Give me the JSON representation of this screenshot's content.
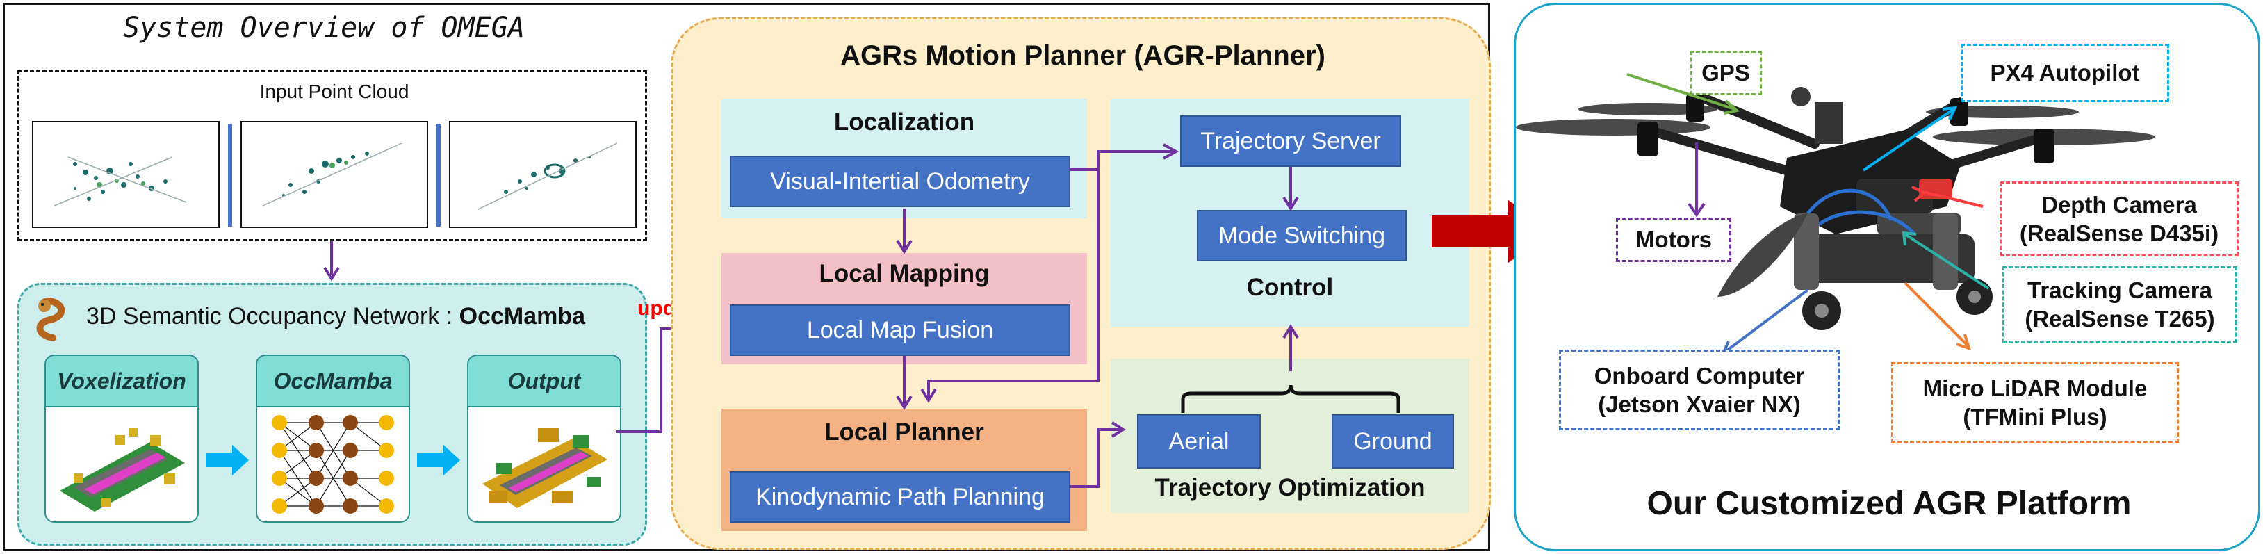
{
  "overview": {
    "title": "System Overview of OMEGA",
    "point_cloud_label": "Input Point Cloud",
    "occ_network_prefix": "3D Semantic Occupancy Network : ",
    "occ_network_name": "OccMamba",
    "stages": [
      "Voxelization",
      "OccMamba",
      "Output"
    ],
    "update_label": "update"
  },
  "planner": {
    "title": "AGRs Motion Planner  (AGR-Planner)",
    "localization": {
      "title": "Localization",
      "module": "Visual-Intertial Odometry"
    },
    "local_mapping": {
      "title": "Local Mapping",
      "module": "Local Map Fusion"
    },
    "local_planner": {
      "title": "Local Planner",
      "module": "Kinodynamic Path Planning"
    },
    "control": {
      "title": "Control",
      "modules": [
        "Trajectory Server",
        "Mode Switching"
      ]
    },
    "trajectory_optimization": {
      "title": "Trajectory Optimization",
      "modules": [
        "Aerial",
        "Ground"
      ]
    }
  },
  "platform": {
    "title": "Our Customized AGR Platform",
    "labels": {
      "gps": "GPS",
      "px4": "PX4 Autopilot",
      "motors": "Motors",
      "depth_camera_1": "Depth Camera",
      "depth_camera_2": "(RealSense D435i)",
      "tracking_camera_1": "Tracking Camera",
      "tracking_camera_2": "(RealSense T265)",
      "onboard_1": "Onboard Computer",
      "onboard_2": "(Jetson Xvaier NX)",
      "lidar_1": "Micro LiDAR Module",
      "lidar_2": "(TFMini Plus)"
    }
  },
  "colors": {
    "module_blue": "#4472c4",
    "arrow_purple": "#7030a0",
    "arrow_cyan": "#00b0f0",
    "big_arrow_red": "#c00000",
    "update_red": "#ff0000",
    "platform_border": "#1fa3c9"
  }
}
